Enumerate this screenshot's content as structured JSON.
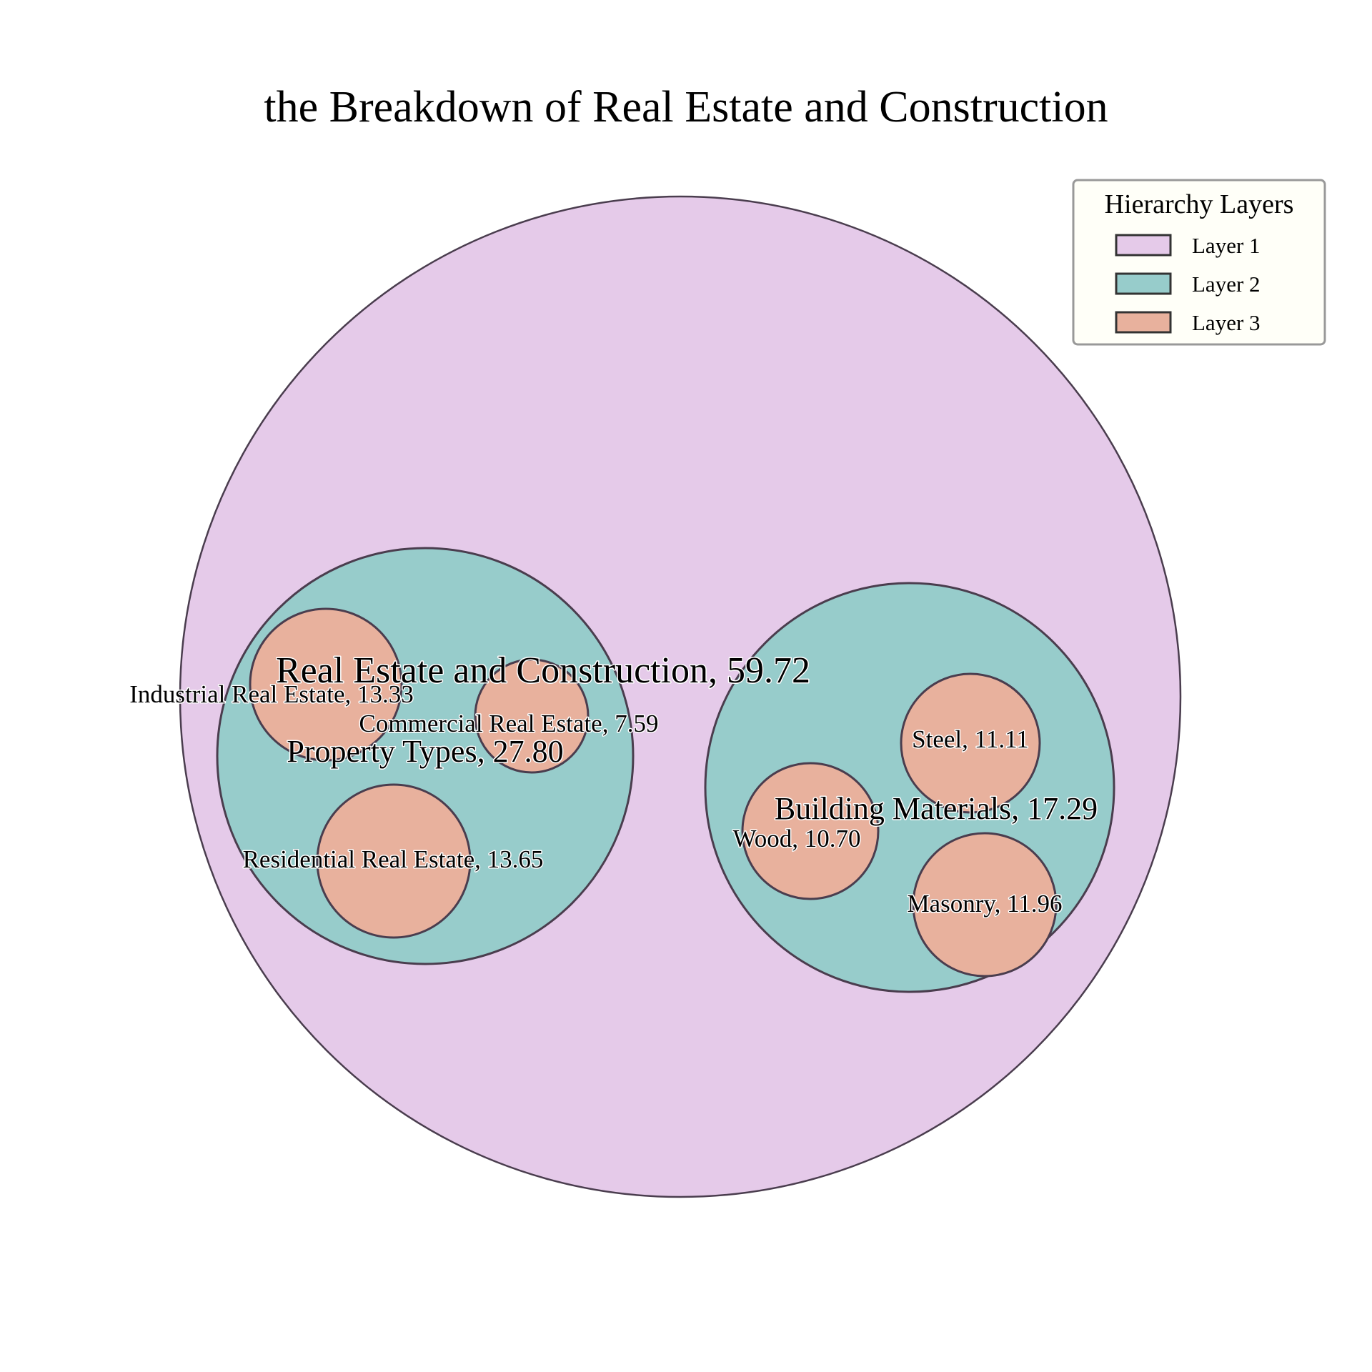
{
  "chart_data": {
    "type": "circle-packing",
    "title": "the Breakdown of Real Estate and Construction",
    "layer_colors": {
      "1": "#e5cae9",
      "2": "#97cccb",
      "3": "#e8b19d"
    },
    "nodes": [
      {
        "id": "root",
        "label": "Real Estate and Construction, 59.72",
        "name": "Real Estate and Construction",
        "value": 59.72,
        "layer": 1,
        "parent": null
      },
      {
        "id": "property",
        "label": "Property Types, 27.80",
        "name": "Property Types",
        "value": 27.8,
        "layer": 2,
        "parent": "root"
      },
      {
        "id": "materials",
        "label": "Building Materials, 17.29",
        "name": "Building Materials",
        "value": 17.29,
        "layer": 2,
        "parent": "root"
      },
      {
        "id": "industrial",
        "label": "Industrial Real Estate, 13.33",
        "name": "Industrial Real Estate",
        "value": 13.33,
        "layer": 3,
        "parent": "property"
      },
      {
        "id": "commercial",
        "label": "Commercial Real Estate, 7.59",
        "name": "Commercial Real Estate",
        "value": 7.59,
        "layer": 3,
        "parent": "property"
      },
      {
        "id": "residential",
        "label": "Residential Real Estate, 13.65",
        "name": "Residential Real Estate",
        "value": 13.65,
        "layer": 3,
        "parent": "property"
      },
      {
        "id": "steel",
        "label": "Steel, 11.11",
        "name": "Steel",
        "value": 11.11,
        "layer": 3,
        "parent": "materials"
      },
      {
        "id": "wood",
        "label": "Wood, 10.70",
        "name": "Wood",
        "value": 10.7,
        "layer": 3,
        "parent": "materials"
      },
      {
        "id": "masonry",
        "label": "Masonry, 11.96",
        "name": "Masonry",
        "value": 11.96,
        "layer": 3,
        "parent": "materials"
      }
    ],
    "legend": {
      "title": "Hierarchy Layers",
      "position": "top-right",
      "items": [
        {
          "label": "Layer 1",
          "layer": 1
        },
        {
          "label": "Layer 2",
          "layer": 2
        },
        {
          "label": "Layer 3",
          "layer": 3
        }
      ]
    }
  }
}
